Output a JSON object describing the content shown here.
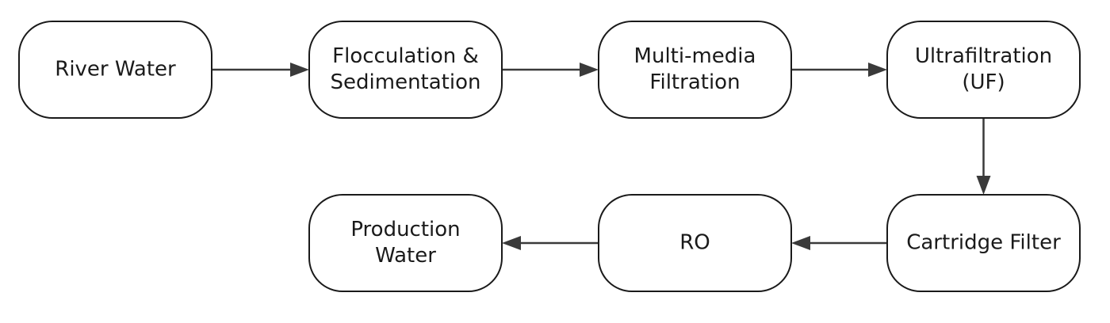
{
  "diagram": {
    "colors": {
      "box_stroke": "#1a1a1a",
      "box_fill": "#ffffff",
      "arrow": "#3a3a3a",
      "text": "#1a1a1a"
    },
    "nodes": [
      {
        "id": "river-water",
        "lines": [
          "River Water"
        ]
      },
      {
        "id": "flocculation-sedimentation",
        "lines": [
          "Flocculation &",
          "Sedimentation"
        ]
      },
      {
        "id": "multi-media-filtration",
        "lines": [
          "Multi-media",
          "Filtration"
        ]
      },
      {
        "id": "ultrafiltration",
        "lines": [
          "Ultrafiltration",
          "(UF)"
        ]
      },
      {
        "id": "cartridge-filter",
        "lines": [
          "Cartridge Filter"
        ]
      },
      {
        "id": "ro",
        "lines": [
          "RO"
        ]
      },
      {
        "id": "production-water",
        "lines": [
          "Production",
          "Water"
        ]
      }
    ],
    "edges": [
      {
        "from": "river-water",
        "to": "flocculation-sedimentation"
      },
      {
        "from": "flocculation-sedimentation",
        "to": "multi-media-filtration"
      },
      {
        "from": "multi-media-filtration",
        "to": "ultrafiltration"
      },
      {
        "from": "ultrafiltration",
        "to": "cartridge-filter"
      },
      {
        "from": "cartridge-filter",
        "to": "ro"
      },
      {
        "from": "ro",
        "to": "production-water"
      }
    ]
  }
}
